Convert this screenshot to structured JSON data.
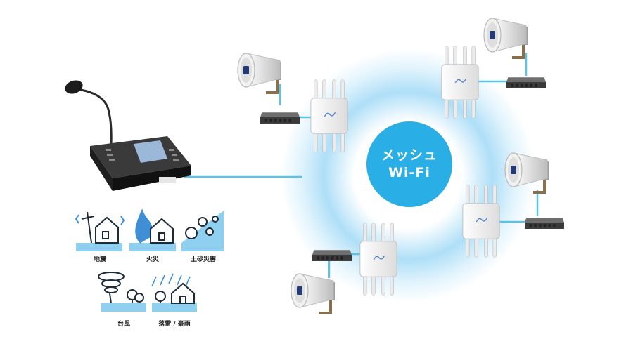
{
  "hub": {
    "line1": "メッシュ",
    "line2": "Wi-Fi"
  },
  "disasters": {
    "earthquake": "地震",
    "fire": "火災",
    "landslide": "土砂災害",
    "typhoon": "台風",
    "lightning_rain": "落雷 / 豪雨"
  },
  "colors": {
    "hub": "#29aee5",
    "link": "#5cc3e8",
    "icon_line": "#1d2b3a",
    "icon_accent": "#3f8fd6",
    "ground": "#8fcff0"
  },
  "icons": {
    "console": "broadcast-console-microphone",
    "speaker": "horn-speaker",
    "switch": "network-switch",
    "access_point": "wifi-access-point"
  }
}
